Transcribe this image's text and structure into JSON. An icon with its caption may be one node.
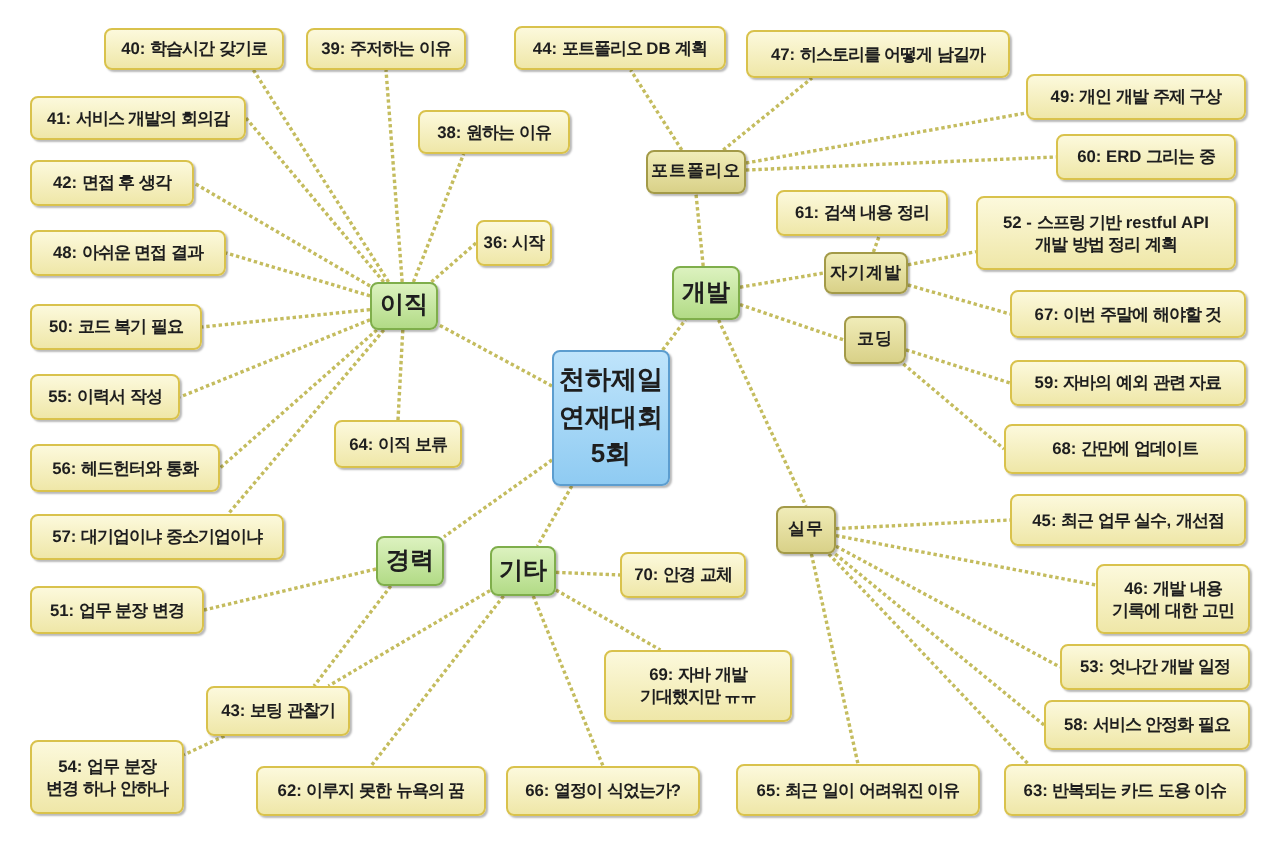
{
  "diagram": {
    "nodes": [
      {
        "text": [
          "40: 학습시간 갖기로"
        ]
      },
      {
        "text": [
          "39: 주저하는 이유"
        ]
      },
      {
        "text": [
          "44: 포트폴리오 DB 계획"
        ]
      },
      {
        "text": [
          "47: 히스토리를 어떻게 남길까"
        ]
      },
      {
        "text": [
          "41: 서비스 개발의 회의감"
        ]
      },
      {
        "text": [
          "38: 원하는 이유"
        ]
      },
      {
        "text": [
          "49: 개인 개발 주제 구상"
        ]
      },
      {
        "text": [
          "60: ERD 그리는 중"
        ]
      },
      {
        "text": [
          "포트폴리오"
        ]
      },
      {
        "text": [
          "42: 면접 후 생각"
        ]
      },
      {
        "text": [
          "61: 검색 내용 정리"
        ]
      },
      {
        "text": [
          "52 - 스프링 기반 restful API 개발 방법 정리 계획"
        ]
      },
      {
        "text": [
          "36: 시작"
        ]
      },
      {
        "text": [
          "48: 아쉬운 면접 결과"
        ]
      },
      {
        "text": [
          "자기계발"
        ]
      },
      {
        "text": [
          "이직"
        ]
      },
      {
        "text": [
          "개발"
        ]
      },
      {
        "text": [
          "67: 이번 주말에 해야할 것"
        ]
      },
      {
        "text": [
          "50: 코드 복기 필요"
        ]
      },
      {
        "text": [
          "코딩"
        ]
      },
      {
        "text": [
          "천하제일 연재대회 5회"
        ]
      },
      {
        "text": [
          "59: 자바의 예외 관련 자료"
        ]
      },
      {
        "text": [
          "55: 이력서 작성"
        ]
      },
      {
        "text": [
          "64: 이직 보류"
        ]
      },
      {
        "text": [
          "56: 헤드헌터와 통화"
        ]
      },
      {
        "text": [
          "68: 간만에 업데이트"
        ]
      },
      {
        "text": [
          "45: 최근 업무 실수, 개선점"
        ]
      },
      {
        "text": [
          "실무"
        ]
      },
      {
        "text": [
          "57: 대기업이냐 중소기업이냐"
        ]
      },
      {
        "text": [
          "경력"
        ]
      },
      {
        "text": [
          "기타"
        ]
      },
      {
        "text": [
          "70: 안경 교체"
        ]
      },
      {
        "text": [
          "46: 개발 내용 기록에 대한 고민"
        ]
      },
      {
        "text": [
          "51: 업무 분장 변경"
        ]
      },
      {
        "text": [
          "69: 자바 개발 기대했지만 ㅠㅠ"
        ]
      },
      {
        "text": [
          "53: 엇나간 개발 일정"
        ]
      },
      {
        "text": [
          "43: 보팅 관찰기"
        ]
      },
      {
        "text": [
          "58: 서비스 안정화 필요"
        ]
      },
      {
        "text": [
          "54: 업무 분장 변경 하나 안하나"
        ]
      },
      {
        "text": [
          "62: 이루지 못한 뉴욕의 꿈"
        ]
      },
      {
        "text": [
          "66: 열정이 식었는가?"
        ]
      },
      {
        "text": [
          "65: 최근 일이 어려워진 이유"
        ]
      },
      {
        "text": [
          "63: 반복되는 카드 도용 이슈"
        ]
      }
    ],
    "edges": [
      {
        "from": 20,
        "to": 15,
        "arrow": "none"
      },
      {
        "from": 20,
        "to": 16,
        "arrow": "none"
      },
      {
        "from": 20,
        "to": 29,
        "arrow": "none"
      },
      {
        "from": 20,
        "to": 30,
        "arrow": "none"
      },
      {
        "from": 15,
        "to": 0,
        "arrow": "none"
      },
      {
        "from": 15,
        "to": 1,
        "arrow": "none"
      },
      {
        "from": 15,
        "to": 4,
        "arrow": "none"
      },
      {
        "from": 15,
        "to": 5,
        "arrow": "none"
      },
      {
        "from": 15,
        "to": 9,
        "arrow": "none"
      },
      {
        "from": 15,
        "to": 12,
        "arrow": "none"
      },
      {
        "from": 15,
        "to": 13,
        "arrow": "none"
      },
      {
        "from": 15,
        "to": 18,
        "arrow": "none"
      },
      {
        "from": 15,
        "to": 22,
        "arrow": "none"
      },
      {
        "from": 15,
        "to": 23,
        "arrow": "none"
      },
      {
        "from": 15,
        "to": 24,
        "arrow": "none"
      },
      {
        "from": 15,
        "to": 28,
        "arrow": "none"
      },
      {
        "from": 16,
        "to": 8,
        "arrow": "none"
      },
      {
        "from": 16,
        "to": 14,
        "arrow": "none"
      },
      {
        "from": 16,
        "to": 19,
        "arrow": "none"
      },
      {
        "from": 16,
        "to": 27,
        "arrow": "none"
      },
      {
        "from": 8,
        "to": 2,
        "arrow": "none"
      },
      {
        "from": 8,
        "to": 3,
        "arrow": "none"
      },
      {
        "from": 8,
        "to": 6,
        "arrow": "none"
      },
      {
        "from": 8,
        "to": 7,
        "arrow": "none"
      },
      {
        "from": 14,
        "to": 10,
        "arrow": "none"
      },
      {
        "from": 14,
        "to": 11,
        "arrow": "none"
      },
      {
        "from": 14,
        "to": 17,
        "arrow": "none"
      },
      {
        "from": 19,
        "to": 21,
        "arrow": "none"
      },
      {
        "from": 19,
        "to": 25,
        "arrow": "none"
      },
      {
        "from": 27,
        "to": 26,
        "arrow": "none"
      },
      {
        "from": 27,
        "to": 32,
        "arrow": "none"
      },
      {
        "from": 27,
        "to": 35,
        "arrow": "none"
      },
      {
        "from": 27,
        "to": 37,
        "arrow": "none"
      },
      {
        "from": 27,
        "to": 41,
        "arrow": "none"
      },
      {
        "from": 27,
        "to": 42,
        "arrow": "none"
      },
      {
        "from": 29,
        "to": 33,
        "arrow": "none"
      },
      {
        "from": 29,
        "to": 36,
        "arrow": "none"
      },
      {
        "from": 30,
        "to": 31,
        "arrow": "none"
      },
      {
        "from": 30,
        "to": 34,
        "arrow": "none"
      },
      {
        "from": 30,
        "to": 40,
        "arrow": "none"
      },
      {
        "from": 30,
        "to": 39,
        "arrow": "none"
      },
      {
        "from": 30,
        "to": 36,
        "arrow": "none"
      },
      {
        "from": 36,
        "to": 38,
        "arrow": "none"
      }
    ]
  }
}
